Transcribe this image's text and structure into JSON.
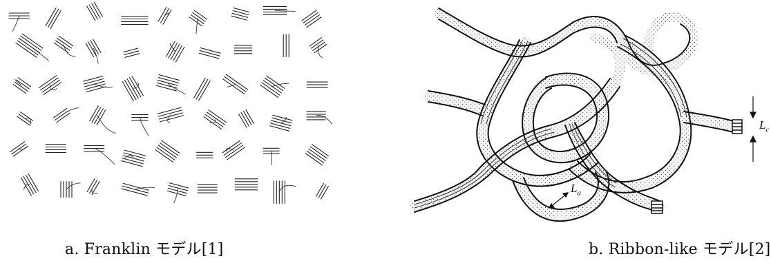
{
  "figures": [
    {
      "id": "a",
      "caption": "a. Franklin モデル[1]"
    },
    {
      "id": "b",
      "caption": "b. Ribbon-like モデル[2]",
      "labels": {
        "lc": {
          "base": "L",
          "sub": "c"
        },
        "la": {
          "base": "L",
          "sub": "a"
        }
      }
    }
  ],
  "colors": {
    "ink": "#111111",
    "stipple": "#f3f3f3"
  }
}
